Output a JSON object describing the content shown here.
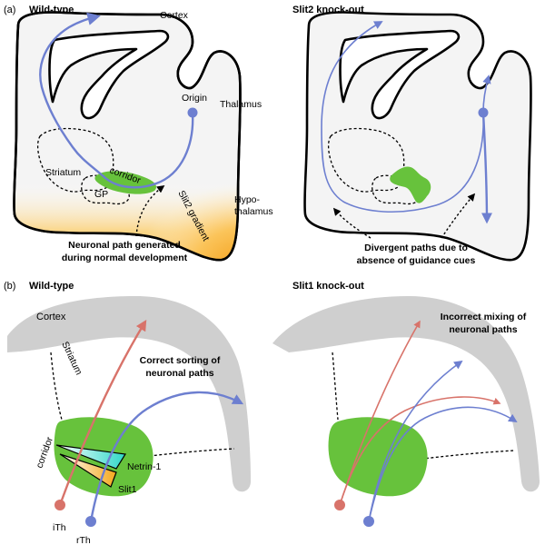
{
  "panel_a": {
    "label": "(a)",
    "wild_type": {
      "title": "Wild-type",
      "cortex": "Cortex",
      "thalamus": "Thalamus",
      "origin": "Origin",
      "striatum": "Striatum",
      "corridor": "corridor",
      "gp": "GP",
      "hypothalamus_1": "Hypo-",
      "hypothalamus_2": "thalamus",
      "gradient": "Slit2 gradient",
      "caption_1": "Neuronal path generated",
      "caption_2": "during normal development"
    },
    "knockout": {
      "title": "Slit2 knock-out",
      "caption_1": "Divergent paths due to",
      "caption_2": "absence of guidance cues"
    }
  },
  "panel_b": {
    "label": "(b)",
    "wild_type": {
      "title": "Wild-type",
      "cortex": "Cortex",
      "striatum": "Striatum",
      "corridor": "corridor",
      "sorting_1": "Correct sorting of",
      "sorting_2": "neuronal paths",
      "netrin": "Netrin-1",
      "slit1": "Slit1",
      "ith": "iTh",
      "rth": "rTh"
    },
    "knockout": {
      "title": "Slit1 knock-out",
      "mixing_1": "Incorrect mixing of",
      "mixing_2": "neuronal paths"
    }
  },
  "colors": {
    "blue_path": "#6d7fd0",
    "red_path": "#d8736a",
    "corridor_green": "#67c23c",
    "slit_gradient": "#f5a81c",
    "netrin_cyan": "#45e2d2",
    "cortex_gray": "#cfcfcf"
  }
}
